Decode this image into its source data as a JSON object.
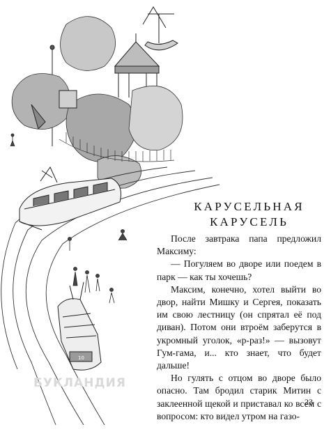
{
  "chapter": {
    "title_line1": "КАРУСЕЛЬНАЯ",
    "title_line2": "КАРУСЕЛЬ"
  },
  "paragraphs": [
    "После завтрака папа предложил Максиму:",
    "— Погуляем во дворе или поедем в парк — как ты хочешь?",
    "Максим, конечно, хотел выйти во двор, найти Мишку и Сергея, показать им свою лестницу (он спрятал её под диван). Потом они втроём заберутся в укромный уголок, «р-раз!» — вызовут Гум-гама, и... кто знает, что будет дальше!",
    "Но гулять с отцом во дворе было опасно. Там бродил старик Митин с заклеенной щекой и приставал ко всем с вопросом: кто видел утром на газо-"
  ],
  "page_number": "23",
  "watermark": "БУКЛАНДИЯ",
  "tram_number_front": "10",
  "colors": {
    "ink": "#111111",
    "paper": "#ffffff",
    "wash": "#9a9a9a"
  }
}
